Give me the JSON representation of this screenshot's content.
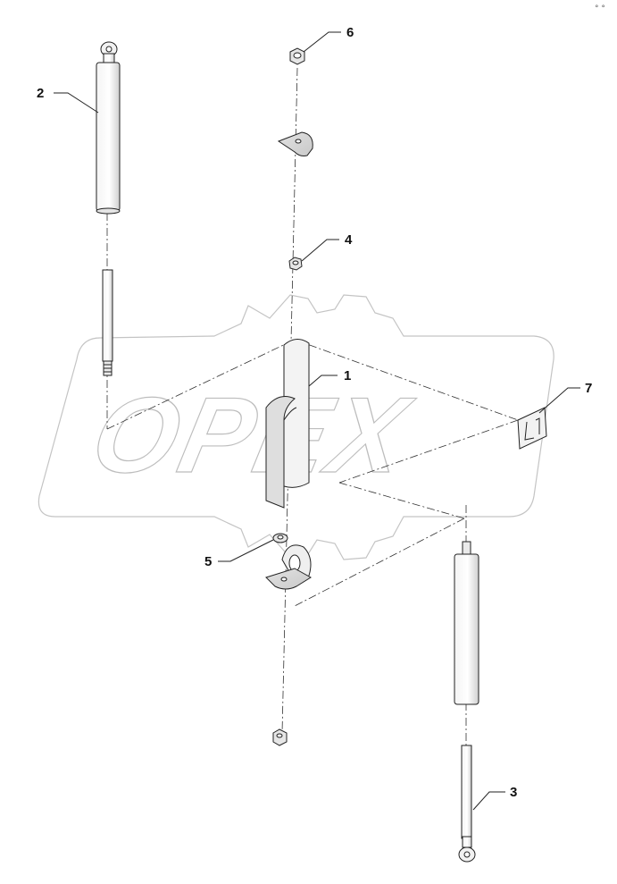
{
  "watermark": {
    "text": "OPEX"
  },
  "corner_mark": "° °",
  "callouts": [
    {
      "id": "1",
      "label": "1"
    },
    {
      "id": "2",
      "label": "2"
    },
    {
      "id": "3",
      "label": "3"
    },
    {
      "id": "4",
      "label": "4"
    },
    {
      "id": "5",
      "label": "5"
    },
    {
      "id": "6",
      "label": "6"
    },
    {
      "id": "7",
      "label": "7"
    }
  ],
  "colors": {
    "line": "#222222",
    "watermark": "#bdbdbd",
    "part_fill": "#e8e8e8"
  }
}
